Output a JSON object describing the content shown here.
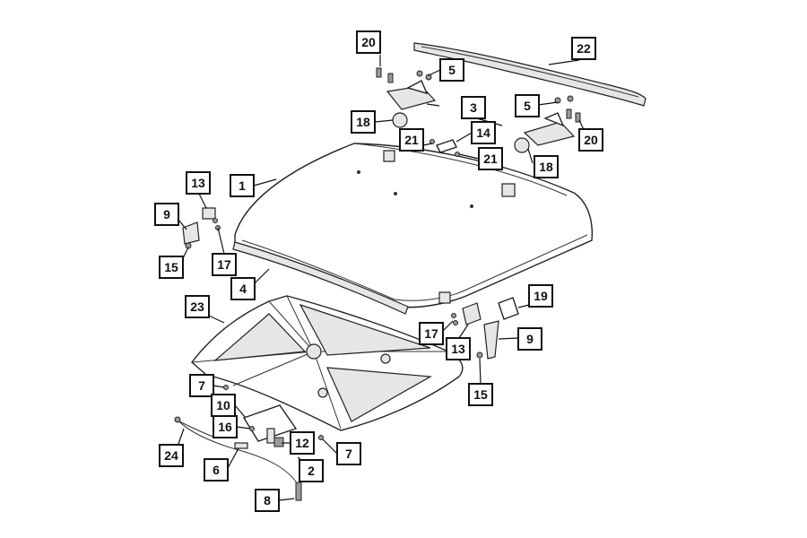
{
  "callouts": [
    {
      "id": "c20a",
      "label": "20"
    },
    {
      "id": "c5a",
      "label": "5"
    },
    {
      "id": "c22",
      "label": "22"
    },
    {
      "id": "c3",
      "label": "3"
    },
    {
      "id": "c5b",
      "label": "5"
    },
    {
      "id": "c18a",
      "label": "18"
    },
    {
      "id": "c14",
      "label": "14"
    },
    {
      "id": "c21a",
      "label": "21"
    },
    {
      "id": "c21b",
      "label": "21"
    },
    {
      "id": "c18b",
      "label": "18"
    },
    {
      "id": "c20b",
      "label": "20"
    },
    {
      "id": "c13a",
      "label": "13"
    },
    {
      "id": "c1",
      "label": "1"
    },
    {
      "id": "c9a",
      "label": "9"
    },
    {
      "id": "c15a",
      "label": "15"
    },
    {
      "id": "c17a",
      "label": "17"
    },
    {
      "id": "c4",
      "label": "4"
    },
    {
      "id": "c23",
      "label": "23"
    },
    {
      "id": "c19",
      "label": "19"
    },
    {
      "id": "c17b",
      "label": "17"
    },
    {
      "id": "c13b",
      "label": "13"
    },
    {
      "id": "c9b",
      "label": "9"
    },
    {
      "id": "c15b",
      "label": "15"
    },
    {
      "id": "c7a",
      "label": "7"
    },
    {
      "id": "c10",
      "label": "10"
    },
    {
      "id": "c16",
      "label": "16"
    },
    {
      "id": "c12",
      "label": "12"
    },
    {
      "id": "c7b",
      "label": "7"
    },
    {
      "id": "c24",
      "label": "24"
    },
    {
      "id": "c6",
      "label": "6"
    },
    {
      "id": "c2",
      "label": "2"
    },
    {
      "id": "c8",
      "label": "8"
    }
  ]
}
